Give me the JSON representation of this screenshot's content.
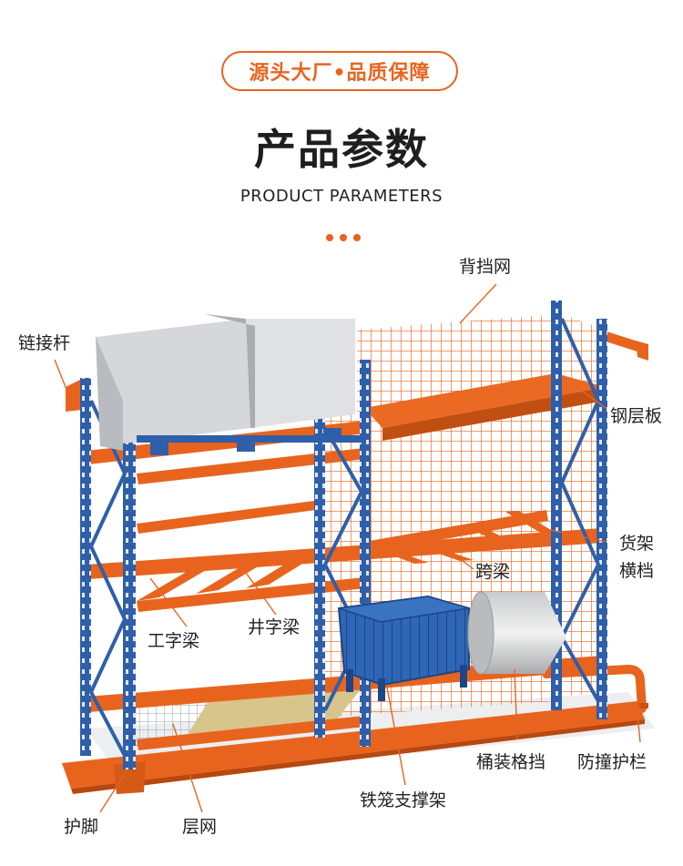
{
  "header": {
    "badge": "源头大厂•品质保障",
    "title": "产品参数",
    "subtitle": "PRODUCT PARAMETERS"
  },
  "labels": {
    "back_mesh": "背挡网",
    "link_rod": "链接杆",
    "steel_deck": "钢层板",
    "shelf_beam_1": "货架",
    "shelf_beam_2": "横档",
    "span_beam": "跨梁",
    "i_beam": "工字梁",
    "grid_beam": "井字梁",
    "barrel_stop": "桶装格挡",
    "guard_rail": "防撞护栏",
    "iron_cage": "铁笼支撑架",
    "foot_guard": "护脚",
    "layer_mesh": "层网"
  },
  "colors": {
    "accent": "#e8641e",
    "upright_blue": "#2f5fa8",
    "beam_orange": "#e8641e"
  }
}
